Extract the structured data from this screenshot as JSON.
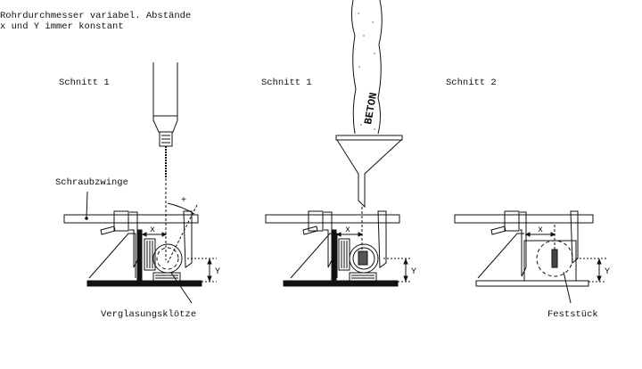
{
  "header": {
    "line1": "Rohrdurchmesser variabel. Abstände",
    "line2": "x und Y immer konstant"
  },
  "panels": [
    {
      "title": "Schnitt 1"
    },
    {
      "title": "Schnitt 1"
    },
    {
      "title": "Schnitt 2"
    }
  ],
  "labels": {
    "clamp": "Schraubzwinge",
    "blocks": "Verglasungsklötze",
    "fixed_piece": "Feststück",
    "concrete": "BETON",
    "dim_x": "x",
    "dim_y": "Y"
  },
  "colors": {
    "ink": "#111111",
    "background": "#ffffff"
  }
}
